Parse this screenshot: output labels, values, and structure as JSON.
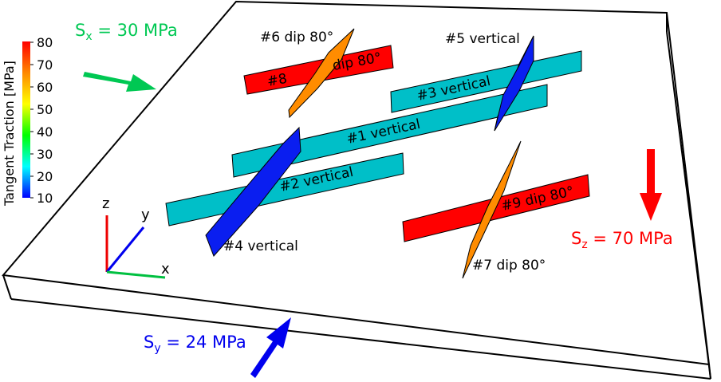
{
  "colorbar": {
    "title": "Tangent Traction [MPa]",
    "ticks": [
      "80",
      "70",
      "60",
      "50",
      "40",
      "30",
      "20",
      "10"
    ],
    "range": [
      10,
      80
    ],
    "colors": [
      "#0000ff",
      "#00ffff",
      "#00ff00",
      "#ffff00",
      "#ff8800",
      "#ff0000"
    ]
  },
  "stresses": {
    "sx": {
      "label": "S",
      "sub": "x",
      "value": " = 30 MPa",
      "color": "#00c853"
    },
    "sy": {
      "label": "S",
      "sub": "y",
      "value": " = 24 MPa",
      "color": "#0000ee"
    },
    "sz": {
      "label": "S",
      "sub": "z",
      "value": " = 70 MPa",
      "color": "#ff0000"
    }
  },
  "axes": {
    "x": "x",
    "y": "y",
    "z": "z"
  },
  "fractures": {
    "f1": {
      "label": "#1 vertical",
      "color": "#00bfc8"
    },
    "f2": {
      "label": "#2 vertical",
      "color": "#00bfc8"
    },
    "f3": {
      "label": "#3 vertical",
      "color": "#00bfc8"
    },
    "f4": {
      "label": "#4 vertical",
      "color": "#0a1ef0"
    },
    "f5": {
      "label": "#5 vertical",
      "color": "#0a1ef0"
    },
    "f6": {
      "label": "#6 dip 80°",
      "color": "#ff8c00"
    },
    "f7": {
      "label": "#7 dip 80°",
      "color": "#ff8c00"
    },
    "f8": {
      "label": "#8",
      "label2": "dip 80°",
      "color": "#ff0000"
    },
    "f9": {
      "label": "#9 dip 80°",
      "color": "#ff0000"
    }
  }
}
